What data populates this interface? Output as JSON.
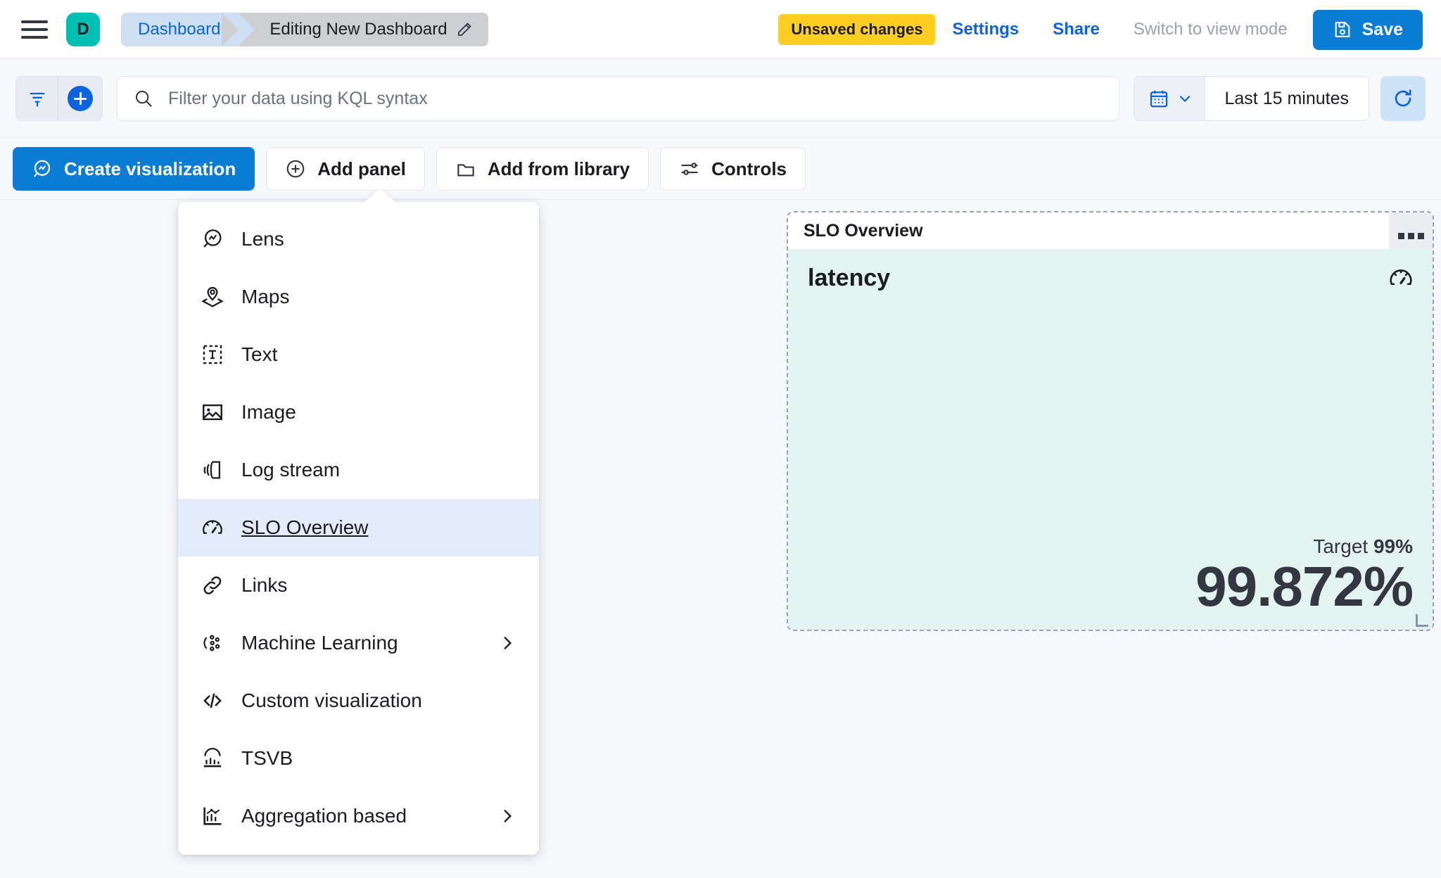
{
  "header": {
    "menu_icon": "hamburger-icon",
    "avatar_letter": "D",
    "breadcrumb": {
      "parent": "Dashboard",
      "current": "Editing New Dashboard",
      "edit_icon": "pencil-icon"
    },
    "unsaved_badge": "Unsaved changes",
    "settings_link": "Settings",
    "share_link": "Share",
    "view_mode_link": "Switch to view mode",
    "save_label": "Save",
    "save_icon": "save-disk-icon"
  },
  "querybar": {
    "filter_icon": "filter-icon",
    "add_filter_icon": "plus-circle-icon",
    "search_icon": "search-icon",
    "search_placeholder": "Filter your data using KQL syntax",
    "search_value": "",
    "calendar_icon": "calendar-icon",
    "calendar_chevron": "chevron-down-icon",
    "time_range": "Last 15 minutes",
    "refresh_icon": "refresh-icon"
  },
  "toolbar": {
    "create_visualization": "Create visualization",
    "add_panel": "Add panel",
    "add_from_library": "Add from library",
    "controls": "Controls"
  },
  "add_panel_menu": {
    "items": [
      {
        "label": "Lens",
        "icon": "lens-icon",
        "submenu": false,
        "selected": false
      },
      {
        "label": "Maps",
        "icon": "maps-icon",
        "submenu": false,
        "selected": false
      },
      {
        "label": "Text",
        "icon": "text-icon",
        "submenu": false,
        "selected": false
      },
      {
        "label": "Image",
        "icon": "image-icon",
        "submenu": false,
        "selected": false
      },
      {
        "label": "Log stream",
        "icon": "log-stream-icon",
        "submenu": false,
        "selected": false
      },
      {
        "label": "SLO Overview",
        "icon": "gauge-icon",
        "submenu": false,
        "selected": true
      },
      {
        "label": "Links",
        "icon": "link-icon",
        "submenu": false,
        "selected": false
      },
      {
        "label": "Machine Learning",
        "icon": "machine-learning-icon",
        "submenu": true,
        "selected": false
      },
      {
        "label": "Custom visualization",
        "icon": "code-icon",
        "submenu": false,
        "selected": false
      },
      {
        "label": "TSVB",
        "icon": "tsvb-icon",
        "submenu": false,
        "selected": false
      },
      {
        "label": "Aggregation based",
        "icon": "aggregation-icon",
        "submenu": true,
        "selected": false
      }
    ]
  },
  "slo_panel": {
    "title": "SLO Overview",
    "context_menu_icon": "three-dots-icon",
    "slo_name": "latency",
    "gauge_icon": "gauge-icon",
    "target_label": "Target",
    "target_value": "99%",
    "current_value": "99.872%",
    "body_color": "#E2F3F0"
  },
  "colors": {
    "primary_blue": "#0B7CD4",
    "link_blue": "#0B64DD",
    "accent_teal": "#00BFB3",
    "warning_yellow": "#FFCE22",
    "panel_mint": "#E2F3F0"
  }
}
